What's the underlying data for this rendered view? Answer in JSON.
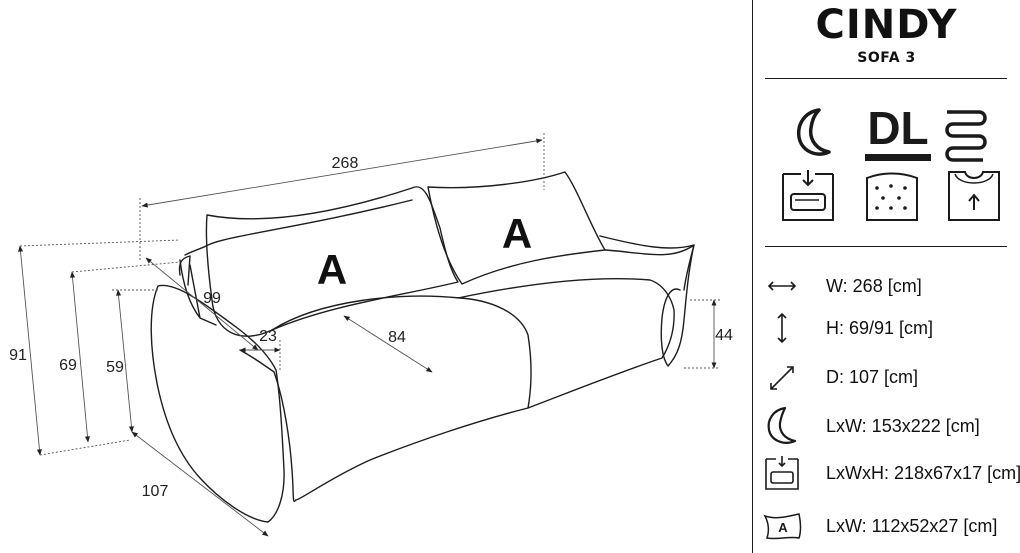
{
  "product": {
    "name": "CINDY",
    "model": "SOFA 3"
  },
  "features": [
    {
      "icon": "moon-sleep-icon"
    },
    {
      "icon": "dl-icon",
      "label": "DL"
    },
    {
      "icon": "spring-icon"
    },
    {
      "icon": "storage-box-icon"
    },
    {
      "icon": "foam-cushion-icon"
    },
    {
      "icon": "cover-fabric-icon"
    }
  ],
  "specs": [
    {
      "icon": "width-arrow-icon",
      "text": "W: 268 [cm]"
    },
    {
      "icon": "height-arrow-icon",
      "text": "H: 69/91 [cm]"
    },
    {
      "icon": "depth-arrow-icon",
      "text": "D: 107 [cm]"
    },
    {
      "icon": "sleeping-area-icon",
      "text": "LxW: 153x222 [cm]"
    },
    {
      "icon": "storage-container-icon",
      "text": "LxWxH: 218x67x17 [cm]"
    },
    {
      "icon": "pillow-a-icon",
      "label": "A",
      "text": "LxW: 112x52x27 [cm]"
    }
  ],
  "drawing": {
    "dimensions": {
      "width": "268",
      "total_height": "91",
      "back_height": "69",
      "arm_height": "59",
      "depth": "107",
      "seat_depth": "84",
      "back_depth": "99",
      "arm_width": "23",
      "seat_height": "44"
    },
    "pillow_label": "A"
  }
}
